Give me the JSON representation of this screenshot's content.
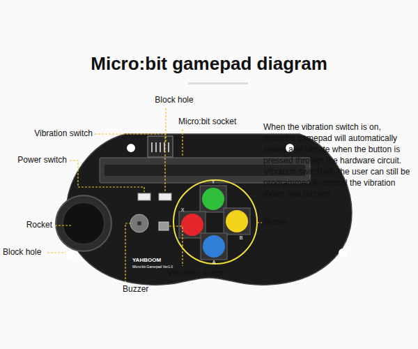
{
  "diagram": {
    "title": "Micro:bit gamepad diagram",
    "labels": [
      "Block hole",
      "Micro:bit socket",
      "Vibration switch",
      "Power switch",
      "Rocket",
      "Block hole",
      "Button",
      "Vibration motor",
      "Buzzer",
      "When the vibration switch is on, micro:bit gamepad will automatically sound and vibrate when the button is pressed through the hardware circuit. Vibration switch off, the user can still be programmed to control the vibration motor and buzzer!",
      "Y",
      "X",
      "B",
      "A",
      "YAHBOOM",
      "Micro:bit Gamepad Ver1.0"
    ]
  }
}
